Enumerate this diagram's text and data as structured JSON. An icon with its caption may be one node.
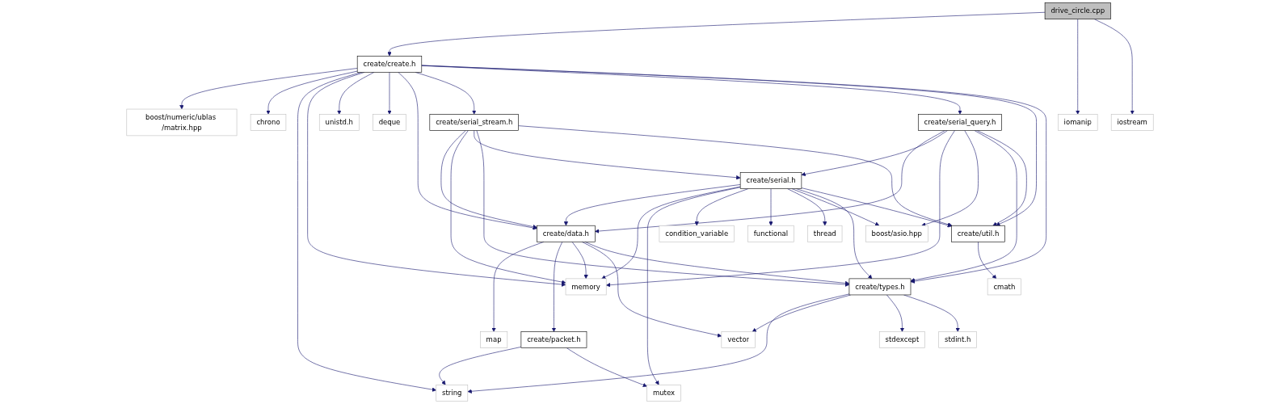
{
  "diagram": {
    "nodes": [
      {
        "text": [
          "drive_circle.cpp"
        ]
      },
      {
        "text": [
          "create/create.h"
        ]
      },
      {
        "text": [
          "iomanip"
        ]
      },
      {
        "text": [
          "iostream"
        ]
      },
      {
        "text": [
          "boost/numeric/ublas /matrix.hpp"
        ]
      },
      {
        "text": [
          "chrono"
        ]
      },
      {
        "text": [
          "unistd.h"
        ]
      },
      {
        "text": [
          "deque"
        ]
      },
      {
        "text": [
          "create/serial_stream.h"
        ]
      },
      {
        "text": [
          "create/serial_query.h"
        ]
      },
      {
        "text": [
          "create/serial.h"
        ]
      },
      {
        "text": [
          "create/data.h"
        ]
      },
      {
        "text": [
          "condition_variable"
        ]
      },
      {
        "text": [
          "functional"
        ]
      },
      {
        "text": [
          "thread"
        ]
      },
      {
        "text": [
          "boost/asio.hpp"
        ]
      },
      {
        "text": [
          "create/util.h"
        ]
      },
      {
        "text": [
          "map"
        ]
      },
      {
        "text": [
          "create/packet.h"
        ]
      },
      {
        "text": [
          "memory"
        ]
      },
      {
        "text": [
          "create/types.h"
        ]
      },
      {
        "text": [
          "cmath"
        ]
      },
      {
        "text": [
          "string"
        ]
      },
      {
        "text": [
          "mutex"
        ]
      },
      {
        "text": [
          "vector"
        ]
      },
      {
        "text": [
          "stdexcept"
        ]
      },
      {
        "text": [
          "stdint.h"
        ]
      }
    ],
    "edges": [
      {
        "from": 0,
        "to": 1,
        "arrow": "to"
      },
      {
        "from": 0,
        "to": 2,
        "arrow": "to"
      },
      {
        "from": 0,
        "to": 3,
        "arrow": "to"
      },
      {
        "from": 1,
        "to": 4,
        "arrow": "to"
      },
      {
        "from": 1,
        "to": 5,
        "arrow": "to"
      },
      {
        "from": 1,
        "to": 22,
        "arrow": "to"
      },
      {
        "from": 1,
        "to": 19,
        "arrow": "to"
      },
      {
        "from": 1,
        "to": 6,
        "arrow": "to"
      },
      {
        "from": 1,
        "to": 7,
        "arrow": "to"
      },
      {
        "from": 1,
        "to": 11,
        "arrow": "to"
      },
      {
        "from": 1,
        "to": 8,
        "arrow": "to"
      },
      {
        "from": 1,
        "to": 9,
        "arrow": "to"
      },
      {
        "from": 1,
        "to": 16,
        "arrow": "to"
      },
      {
        "from": 1,
        "to": 20,
        "arrow": "to"
      },
      {
        "from": 8,
        "to": 11,
        "arrow": "to"
      },
      {
        "from": 8,
        "to": 19,
        "arrow": "to"
      },
      {
        "from": 8,
        "to": 10,
        "arrow": "to"
      },
      {
        "from": 8,
        "to": 20,
        "arrow": "to"
      },
      {
        "from": 8,
        "to": 16,
        "arrow": "to"
      },
      {
        "from": 9,
        "to": 11,
        "arrow": "to"
      },
      {
        "from": 9,
        "to": 10,
        "arrow": "to"
      },
      {
        "from": 9,
        "to": 19,
        "arrow": "to"
      },
      {
        "from": 9,
        "to": 15,
        "arrow": "to"
      },
      {
        "from": 9,
        "to": 20,
        "arrow": "to"
      },
      {
        "from": 9,
        "to": 16,
        "arrow": "to"
      },
      {
        "from": 10,
        "to": 11,
        "arrow": "to"
      },
      {
        "from": 10,
        "to": 19,
        "arrow": "to"
      },
      {
        "from": 10,
        "to": 23,
        "arrow": "to"
      },
      {
        "from": 10,
        "to": 12,
        "arrow": "to"
      },
      {
        "from": 10,
        "to": 13,
        "arrow": "to"
      },
      {
        "from": 10,
        "to": 14,
        "arrow": "to"
      },
      {
        "from": 10,
        "to": 15,
        "arrow": "to"
      },
      {
        "from": 10,
        "to": 20,
        "arrow": "to"
      },
      {
        "from": 10,
        "to": 16,
        "arrow": "to"
      },
      {
        "from": 11,
        "to": 17,
        "arrow": "to"
      },
      {
        "from": 11,
        "to": 18,
        "arrow": "to"
      },
      {
        "from": 11,
        "to": 19,
        "arrow": "to"
      },
      {
        "from": 11,
        "to": 24,
        "arrow": "to"
      },
      {
        "from": 11,
        "to": 20,
        "arrow": "to"
      },
      {
        "from": 16,
        "to": 21,
        "arrow": "to"
      },
      {
        "from": 18,
        "to": 22,
        "arrow": "to"
      },
      {
        "from": 18,
        "to": 23,
        "arrow": "to"
      },
      {
        "from": 20,
        "to": 22,
        "arrow": "to"
      },
      {
        "from": 20,
        "to": 24,
        "arrow": "to"
      },
      {
        "from": 20,
        "to": 25,
        "arrow": "to"
      },
      {
        "from": 20,
        "to": 26,
        "arrow": "to"
      }
    ]
  }
}
